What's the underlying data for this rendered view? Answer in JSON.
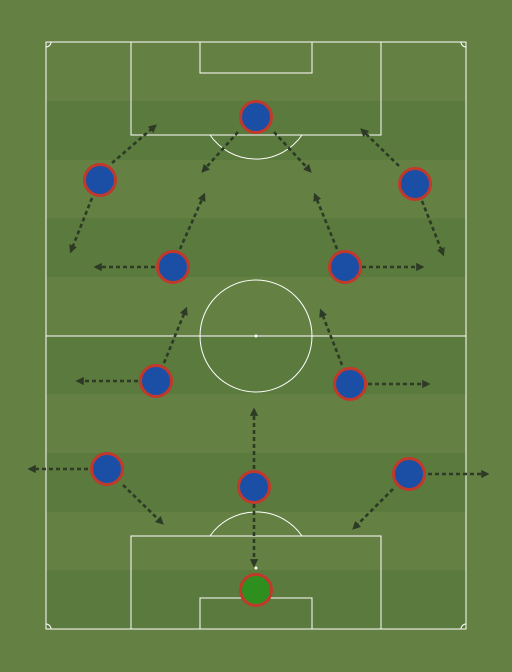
{
  "colors": {
    "grass": "#648143",
    "stripe_dark": "#5b7a3d",
    "lines": "#ffffff",
    "arrow": "#2d3a25",
    "player_fill": "#1b4fa6",
    "player_ring": "#c0392b",
    "goalkeeper_fill": "#2f8f1e"
  },
  "players": [
    {
      "id": "gk",
      "role": "goalkeeper"
    },
    {
      "id": "p1",
      "role": "outfield"
    },
    {
      "id": "p2",
      "role": "outfield"
    },
    {
      "id": "p3",
      "role": "outfield"
    },
    {
      "id": "p4",
      "role": "outfield"
    },
    {
      "id": "p5",
      "role": "outfield"
    },
    {
      "id": "p6",
      "role": "outfield"
    },
    {
      "id": "p7",
      "role": "outfield"
    },
    {
      "id": "p8",
      "role": "outfield"
    },
    {
      "id": "p9",
      "role": "outfield"
    },
    {
      "id": "p10",
      "role": "outfield"
    }
  ]
}
